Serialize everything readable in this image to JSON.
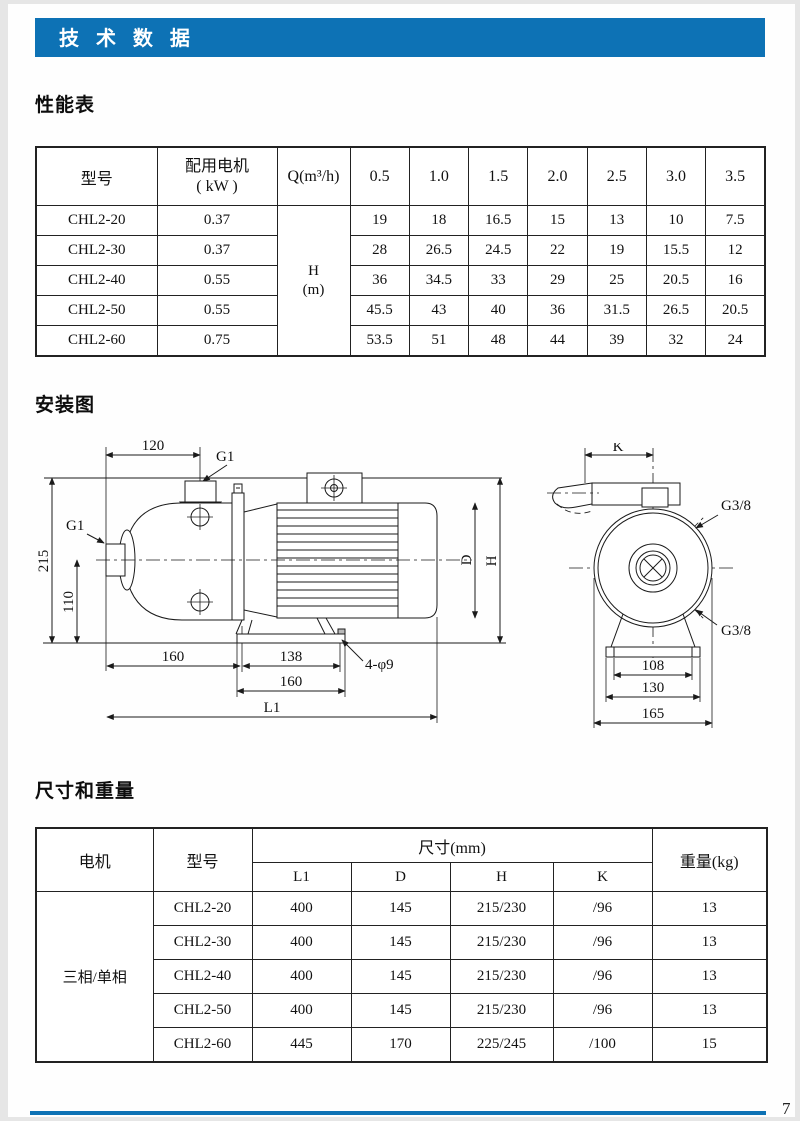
{
  "page": {
    "banner_title": "技 术 数 据",
    "page_number": "7",
    "accent_color": "#0d72b5"
  },
  "sections": {
    "performance_heading": "性能表",
    "installation_heading": "安装图",
    "dimensions_heading": "尺寸和重量"
  },
  "perf_table": {
    "col_model": "型号",
    "col_motor_line1": "配用电机",
    "col_motor_line2": "( kW )",
    "col_flow": "Q(m³/h)",
    "flow_points": [
      "0.5",
      "1.0",
      "1.5",
      "2.0",
      "2.5",
      "3.0",
      "3.5"
    ],
    "head_unit_line1": "H",
    "head_unit_line2": "(m)",
    "rows": [
      {
        "model": "CHL2-20",
        "motor_kw": "0.37",
        "head": [
          "19",
          "18",
          "16.5",
          "15",
          "13",
          "10",
          "7.5"
        ]
      },
      {
        "model": "CHL2-30",
        "motor_kw": "0.37",
        "head": [
          "28",
          "26.5",
          "24.5",
          "22",
          "19",
          "15.5",
          "12"
        ]
      },
      {
        "model": "CHL2-40",
        "motor_kw": "0.55",
        "head": [
          "36",
          "34.5",
          "33",
          "29",
          "25",
          "20.5",
          "16"
        ]
      },
      {
        "model": "CHL2-50",
        "motor_kw": "0.55",
        "head": [
          "45.5",
          "43",
          "40",
          "36",
          "31.5",
          "26.5",
          "20.5"
        ]
      },
      {
        "model": "CHL2-60",
        "motor_kw": "0.75",
        "head": [
          "53.5",
          "51",
          "48",
          "44",
          "39",
          "32",
          "24"
        ]
      }
    ]
  },
  "install_diagram": {
    "side_view": {
      "dim_top_width": "120",
      "port_top": "G1",
      "port_left": "G1",
      "dim_total_height": "215",
      "dim_center_height": "110",
      "dim_motor_dia": "D",
      "dim_overall_height": "H",
      "dim_foot_left": "160",
      "dim_foot_holes": "138",
      "hole_spec": "4-φ9",
      "dim_foot_plate": "160",
      "dim_overall_length": "L1"
    },
    "end_view": {
      "dim_top": "K",
      "port_upper": "G3/8",
      "port_lower": "G3/8",
      "dim_holes": "108",
      "dim_foot": "130",
      "dim_overall": "165"
    }
  },
  "dims_table": {
    "col_motor": "电机",
    "col_model": "型号",
    "col_size_group": "尺寸(mm)",
    "col_weight": "重量(kg)",
    "size_cols": [
      "L1",
      "D",
      "H",
      "K"
    ],
    "motor_phase": "三相/单相",
    "rows": [
      {
        "model": "CHL2-20",
        "l1": "400",
        "d": "145",
        "h": "215/230",
        "k": "/96",
        "weight": "13"
      },
      {
        "model": "CHL2-30",
        "l1": "400",
        "d": "145",
        "h": "215/230",
        "k": "/96",
        "weight": "13"
      },
      {
        "model": "CHL2-40",
        "l1": "400",
        "d": "145",
        "h": "215/230",
        "k": "/96",
        "weight": "13"
      },
      {
        "model": "CHL2-50",
        "l1": "400",
        "d": "145",
        "h": "215/230",
        "k": "/96",
        "weight": "13"
      },
      {
        "model": "CHL2-60",
        "l1": "445",
        "d": "170",
        "h": "225/245",
        "k": "/100",
        "weight": "15"
      }
    ]
  }
}
